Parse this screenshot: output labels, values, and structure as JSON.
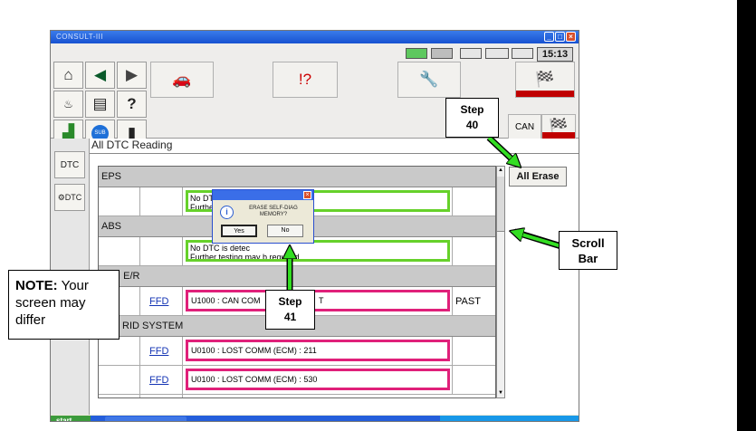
{
  "window": {
    "title": "CONSULT-III"
  },
  "status": {
    "clock": "15:13"
  },
  "page": {
    "title": "All DTC Reading"
  },
  "systems": [
    {
      "name": "EPS",
      "message_line1": "No DTC is detec",
      "message_line2": "Further testing r"
    },
    {
      "name": "ABS",
      "message_line1": "No DTC is detec",
      "message_line2": "Further testing may b required."
    },
    {
      "name": "I E/R",
      "ffd": "FFD",
      "dtc": "U1000 : CAN COM",
      "dtc_tail": "T",
      "status": "PAST"
    },
    {
      "name": "RID SYSTEM",
      "rows": [
        {
          "ffd": "FFD",
          "dtc": "U0100 : LOST COMM (ECM) : 211"
        },
        {
          "ffd": "FFD",
          "dtc": "U0100 : LOST COMM (ECM) : 530"
        }
      ]
    }
  ],
  "buttons": {
    "all_erase": "All Erase"
  },
  "dialog": {
    "message_line1": "ERASE SELF-DIAG",
    "message_line2": "MEMORY?",
    "yes": "Yes",
    "no": "No"
  },
  "taskbar": {
    "start": "start"
  },
  "callouts": {
    "note_bold": "NOTE:",
    "note_line1": " Your",
    "note_line2": "screen may",
    "note_line3": "differ",
    "step40_line1": "Step",
    "step40_line2": "40",
    "step41_line1": "Step",
    "step41_line2": "41",
    "scrollbar_line1": "Scroll",
    "scrollbar_line2": "Bar"
  },
  "colors": {
    "ok_border": "#66d12a",
    "dtc_border": "#e0207a",
    "arrow": "#33dd22",
    "titlebar": "#1751d1"
  }
}
